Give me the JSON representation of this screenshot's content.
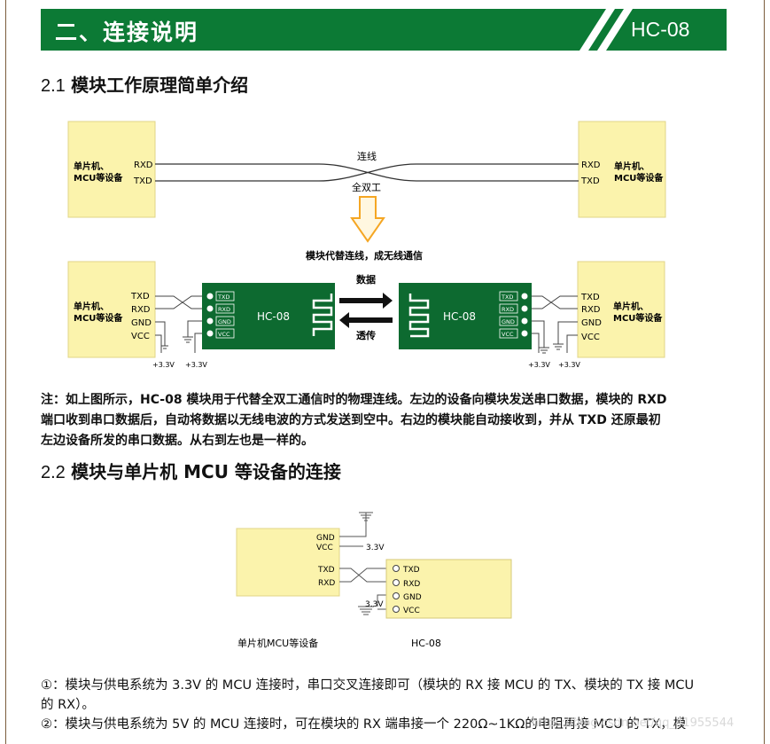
{
  "banner": {
    "title": "二、连接说明",
    "model": "HC-08"
  },
  "section1": {
    "number": "2.1",
    "title": "模块工作原理简单介绍"
  },
  "diagram1": {
    "left_device": [
      "单片机、",
      "MCU等设备"
    ],
    "right_device": [
      "单片机、",
      "MCU等设备"
    ],
    "rxd": "RXD",
    "txd": "TXD",
    "wire_label": "连线",
    "duplex_label": "全双工",
    "replace_caption": "模块代替连线，成无线通信",
    "gnd": "GND",
    "vcc": "VCC",
    "module_name": "HC-08",
    "pin_txd": "TXD",
    "pin_rxd": "RXD",
    "pin_gnd": "GND",
    "pin_vcc": "VCC",
    "data_label": "数据",
    "passthrough_label": "透传",
    "supply": "+3.3V"
  },
  "note": {
    "lines": [
      "注：如上图所示，HC-08 模块用于代替全双工通信时的物理连线。左边的设备向模块发送串口数据，模块的 RXD",
      "端口收到串口数据后，自动将数据以无线电波的方式发送到空中。右边的模块能自动接收到，并从 TXD 还原最初",
      "左边设备所发的串口数据。从右到左也是一样的。"
    ]
  },
  "section2": {
    "number": "2.2",
    "title": "模块与单片机 MCU 等设备的连接"
  },
  "diagram2": {
    "gnd": "GND",
    "vcc": "VCC",
    "txd": "TXD",
    "rxd": "RXD",
    "supply": "3.3V",
    "mcu_caption": "单片机MCU等设备",
    "module_caption": "HC-08",
    "pins": [
      "TXD",
      "RXD",
      "GND",
      "VCC"
    ]
  },
  "footer": {
    "lines": [
      "①：模块与供电系统为 3.3V 的 MCU 连接时，串口交叉连接即可（模块的 RX 接 MCU 的 TX、模块的 TX 接 MCU",
      "的 RX）。",
      "②：模块与供电系统为 5V 的 MCU 连接时，可在模块的 RX 端串接一个 220Ω~1KΩ的电阻再接 MCU 的 TX，模"
    ]
  },
  "watermark": "https://blog.csdn.net/qq_41955544",
  "colors": {
    "banner": "#0c7a35",
    "device_box": "#fbf3ac",
    "module": "#0d6a30",
    "arrow": "#f5a623"
  }
}
